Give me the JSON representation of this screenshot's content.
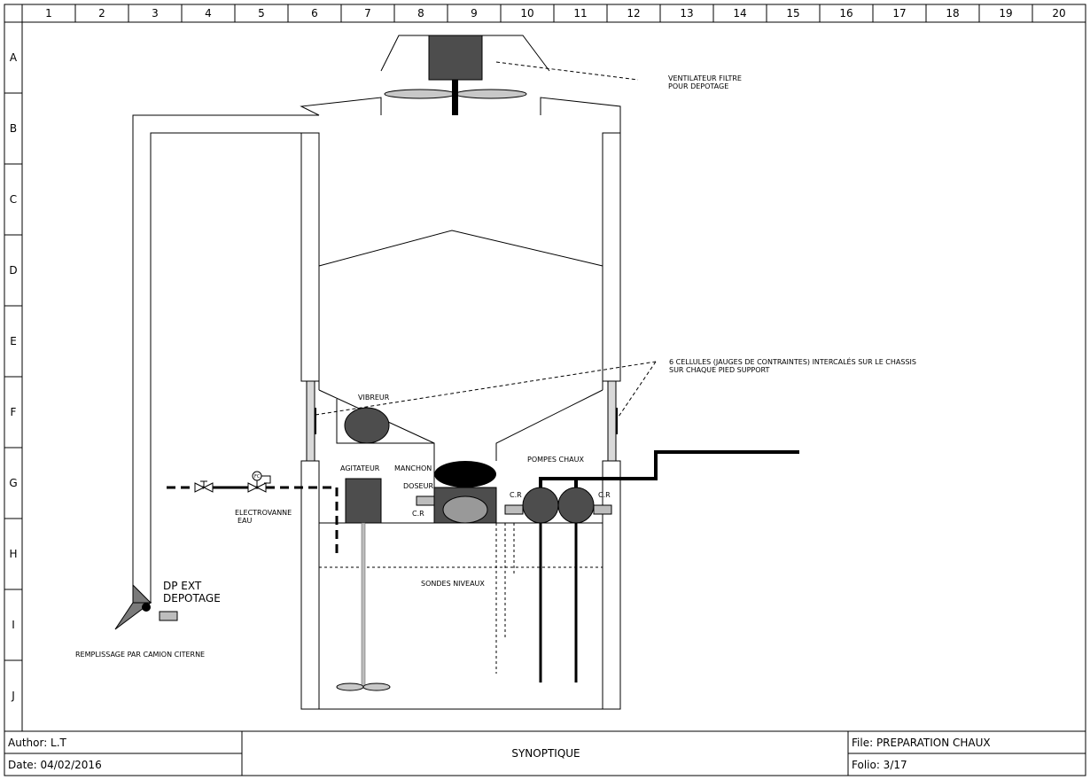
{
  "grid": {
    "columns": [
      "1",
      "2",
      "3",
      "4",
      "5",
      "6",
      "7",
      "8",
      "9",
      "10",
      "11",
      "12",
      "13",
      "14",
      "15",
      "16",
      "17",
      "18",
      "19",
      "20"
    ],
    "rows": [
      "A",
      "B",
      "C",
      "D",
      "E",
      "F",
      "G",
      "H",
      "I",
      "J"
    ]
  },
  "labels": {
    "fan_line1": "VENTILATEUR FILTRE",
    "fan_line2": "POUR DEPOTAGE",
    "cells_line1": "6 CELLULES (JAUGES DE CONTRAINTES) INTERCALÉS SUR LE CHASSIS",
    "cells_line2": "SUR CHAQUE PIED SUPPORT",
    "vibreur": "VIBREUR",
    "agitateur": "AGITATEUR",
    "manchon": "MANCHON",
    "doseur": "DOSEUR",
    "cr_left": "C.R",
    "cr_pump_left": "C.R",
    "cr_pump_right": "C.R",
    "pompes": "POMPES CHAUX",
    "electrovanne_line1": "ELECTROVANNE",
    "electrovanne_line2": "EAU",
    "valve_fc": "FC",
    "valve_t": "T",
    "sondes": "SONDES NIVEAUX",
    "dp_line1": "DP EXT",
    "dp_line2": "DEPOTAGE",
    "remplissage": "REMPLISSAGE PAR CAMION CITERNE"
  },
  "title_block": {
    "author": "Author: L.T",
    "date": "Date: 04/02/2016",
    "title": "SYNOPTIQUE",
    "file": "File: PREPARATION CHAUX",
    "folio": "Folio: 3/17"
  }
}
